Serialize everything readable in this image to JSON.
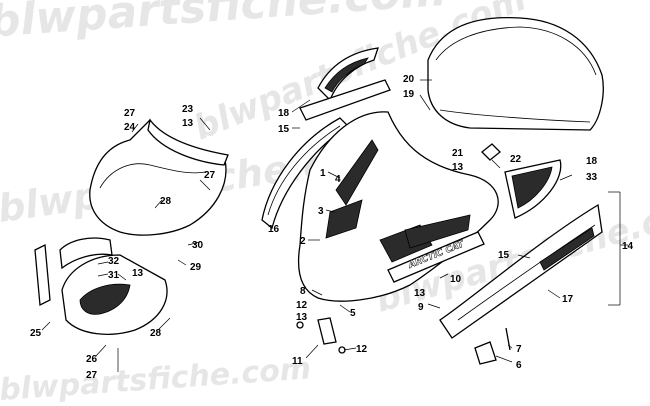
{
  "watermark": {
    "text": "blwpartsfiche.com"
  },
  "decal_text": "ARCTIC CAT",
  "callouts": [
    {
      "id": "c20",
      "label": "20"
    },
    {
      "id": "c19",
      "label": "19"
    },
    {
      "id": "c27a",
      "label": "27"
    },
    {
      "id": "c24",
      "label": "24"
    },
    {
      "id": "c23",
      "label": "23"
    },
    {
      "id": "c13a",
      "label": "13"
    },
    {
      "id": "c18a",
      "label": "18"
    },
    {
      "id": "c15a",
      "label": "15"
    },
    {
      "id": "c1",
      "label": "1"
    },
    {
      "id": "c4",
      "label": "4"
    },
    {
      "id": "c3",
      "label": "3"
    },
    {
      "id": "c2",
      "label": "2"
    },
    {
      "id": "c16",
      "label": "16"
    },
    {
      "id": "c21",
      "label": "21"
    },
    {
      "id": "c22",
      "label": "22"
    },
    {
      "id": "c13b",
      "label": "13"
    },
    {
      "id": "c18b",
      "label": "18"
    },
    {
      "id": "c33",
      "label": "33"
    },
    {
      "id": "c14",
      "label": "14"
    },
    {
      "id": "c15b",
      "label": "15"
    },
    {
      "id": "c17",
      "label": "17"
    },
    {
      "id": "c10",
      "label": "10"
    },
    {
      "id": "c13c",
      "label": "13"
    },
    {
      "id": "c9",
      "label": "9"
    },
    {
      "id": "c8",
      "label": "8"
    },
    {
      "id": "c5",
      "label": "5"
    },
    {
      "id": "c12a",
      "label": "12"
    },
    {
      "id": "c13d",
      "label": "13"
    },
    {
      "id": "c11",
      "label": "11"
    },
    {
      "id": "c12b",
      "label": "12"
    },
    {
      "id": "c7",
      "label": "7"
    },
    {
      "id": "c6",
      "label": "6"
    },
    {
      "id": "c28a",
      "label": "28"
    },
    {
      "id": "c27b",
      "label": "27"
    },
    {
      "id": "c30",
      "label": "30"
    },
    {
      "id": "c29",
      "label": "29"
    },
    {
      "id": "c32",
      "label": "32"
    },
    {
      "id": "c31",
      "label": "31"
    },
    {
      "id": "c13e",
      "label": "13"
    },
    {
      "id": "c25",
      "label": "25"
    },
    {
      "id": "c28b",
      "label": "28"
    },
    {
      "id": "c26",
      "label": "26"
    },
    {
      "id": "c27c",
      "label": "27"
    }
  ]
}
